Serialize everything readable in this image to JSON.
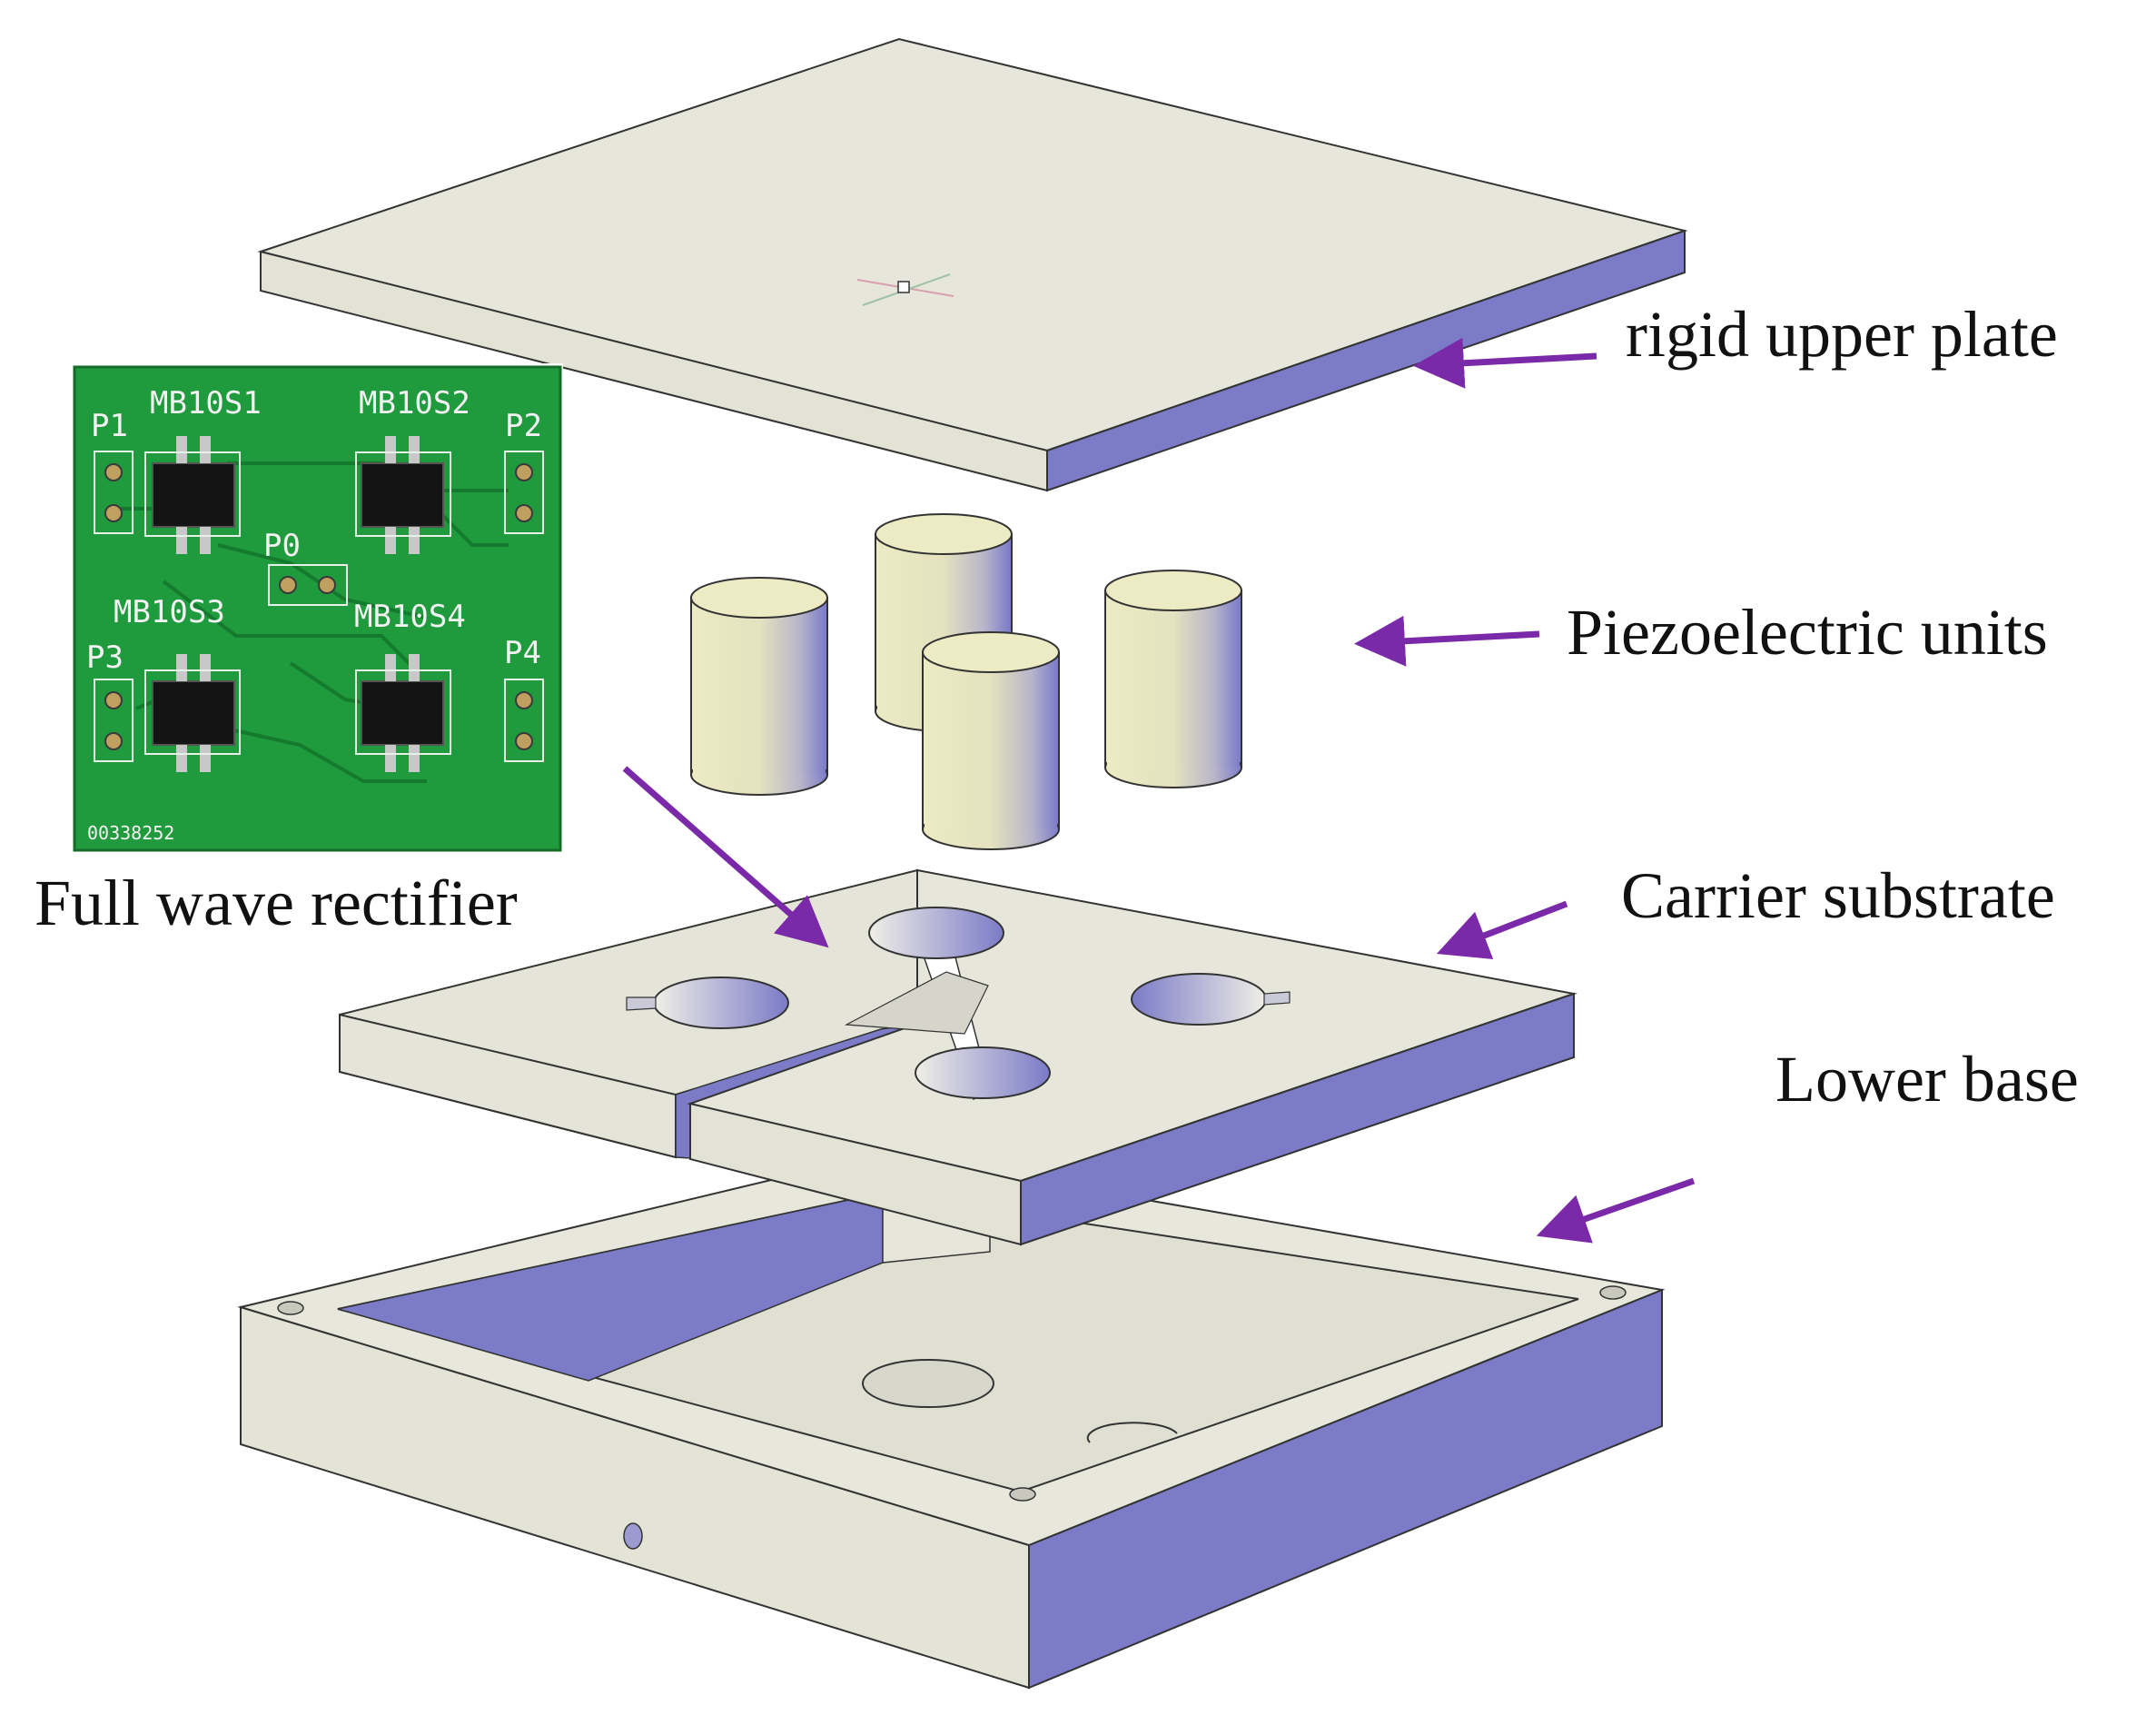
{
  "labels": {
    "upper_plate": "rigid upper plate",
    "piezo": "Piezoelectric units",
    "carrier": "Carrier substrate",
    "lower_base": "Lower base",
    "rectifier": "Full wave rectifier"
  },
  "pcb": {
    "chips": [
      "MB10S1",
      "MB10S2",
      "MB10S3",
      "MB10S4"
    ],
    "pads": [
      "P1",
      "P2",
      "P0",
      "P3",
      "P4"
    ],
    "serial": "00338252"
  },
  "colors": {
    "panel": "#e4e4d8",
    "side": "#7b7bc8",
    "arrow": "#7a2aa8",
    "pcb": "#1f9a3c",
    "cylinder": "#ecebc0"
  }
}
